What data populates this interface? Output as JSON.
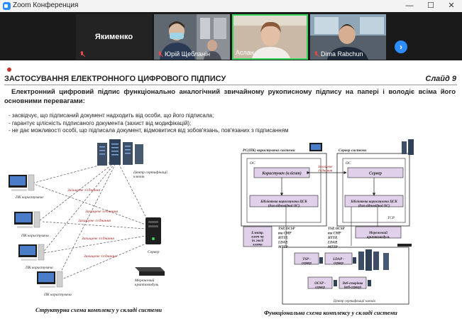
{
  "window": {
    "title": "Zoom Конференция",
    "minimize": "—",
    "maximize": "☐",
    "close": "✕"
  },
  "participants": [
    {
      "name": "Якименко",
      "video": false,
      "muted": true
    },
    {
      "name": "Юрій Щебланін",
      "video": true,
      "muted": true
    },
    {
      "name": "Аслан",
      "video": true,
      "muted": false,
      "active_speaker": true
    },
    {
      "name": "Dima Rabchun",
      "video": true,
      "muted": true
    }
  ],
  "slide": {
    "title": "ЗАСТОСУВАННЯ ЕЛЕКТРОННОГО ЦИФРОВОГО ПІДПИСУ",
    "number": "Слайд 9",
    "intro": "Електронний цифровий підпис функціонально аналогічний звичайному рукописному підпису на папері і володіє всіма його основними перевагами:",
    "bullets": [
      "- засвідчує, що підписаний документ надходить від особи, що його підписала;",
      "- гарантує цілісність підписаного документа (захист від модифікацій);",
      "- не дає можливості особі, що підписала документ, відмовитися від зобов'язань, пов'язаних з підписанням"
    ]
  },
  "left_diagram": {
    "caption": "Структурна схема комплексу у складі системи",
    "ca_label": "Центр сертифікації ключів",
    "server_label": "Сервер",
    "crypto_label": "Мережевий криптомодуль",
    "pc_label": "ПК користувача",
    "link_label": "Захищене з'єднання"
  },
  "right_diagram": {
    "caption": "Функціональна схема комплексу у складі системи",
    "pc_header": "PC(ПК) користувача системи",
    "server_header": "Сервер системи",
    "os": "ОС",
    "client": "Користувач (клієнт)",
    "server": "Сервер",
    "secure_link": "Захищене з'єднання",
    "lib_client": "Бібліотека користувача ЦСК (для відповідної ОС)",
    "lib_server": "Бібліотека користувача ЦСК (для відповідної ОС)",
    "tcp": "TCP",
    "keys": "Електр. ключ чи ін. носії ключа",
    "proto_left": "TSP, OCSP та CMP HTTP, LDAP, MTTP",
    "proto_right": "TSP, OCSP та CMP HTTP, LDAP, MTTP",
    "crypto": "Мережевий криптомодуль",
    "tsp": "TSP - сервер",
    "ldap": "LDAP - сервер",
    "ocsp": "OCSP - сервер",
    "web": "Веб-сторінка (веб-сервер)",
    "ca": "Центр сертифікації ключів"
  }
}
